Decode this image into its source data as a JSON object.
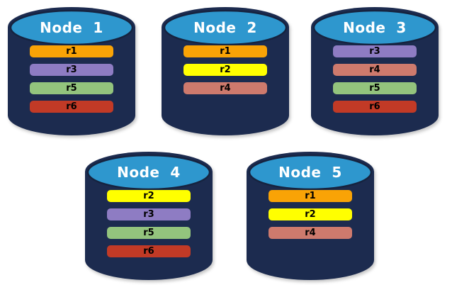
{
  "diagram": {
    "colors": {
      "background": "#FFFFFF",
      "cylinder_body": "#1C2B4F",
      "cylinder_top": "#2E97CE",
      "cylinder_top_border": "#16233F",
      "title_text": "#FFFFFF",
      "replica_text": "#000000",
      "replica_palette": {
        "r1": "#F9A306",
        "r2": "#FFFF00",
        "r3": "#8E7CC3",
        "r4": "#CE7A6D",
        "r5": "#93C47D",
        "r6": "#C23A26"
      }
    },
    "nodes": [
      {
        "title": "Node  1",
        "replicas": [
          {
            "label": "r1",
            "color": "#F9A306"
          },
          {
            "label": "r3",
            "color": "#8E7CC3"
          },
          {
            "label": "r5",
            "color": "#93C47D"
          },
          {
            "label": "r6",
            "color": "#C23A26"
          }
        ]
      },
      {
        "title": "Node  2",
        "replicas": [
          {
            "label": "r1",
            "color": "#F9A306"
          },
          {
            "label": "r2",
            "color": "#FFFF00"
          },
          {
            "label": "r4",
            "color": "#CE7A6D"
          }
        ]
      },
      {
        "title": "Node  3",
        "replicas": [
          {
            "label": "r3",
            "color": "#8E7CC3"
          },
          {
            "label": "r4",
            "color": "#CE7A6D"
          },
          {
            "label": "r5",
            "color": "#93C47D"
          },
          {
            "label": "r6",
            "color": "#C23A26"
          }
        ]
      },
      {
        "title": "Node  4",
        "replicas": [
          {
            "label": "r2",
            "color": "#FFFF00"
          },
          {
            "label": "r3",
            "color": "#8E7CC3"
          },
          {
            "label": "r5",
            "color": "#93C47D"
          },
          {
            "label": "r6",
            "color": "#C23A26"
          }
        ]
      },
      {
        "title": "Node  5",
        "replicas": [
          {
            "label": "r1",
            "color": "#F9A306"
          },
          {
            "label": "r2",
            "color": "#FFFF00"
          },
          {
            "label": "r4",
            "color": "#CE7A6D"
          }
        ]
      }
    ]
  }
}
